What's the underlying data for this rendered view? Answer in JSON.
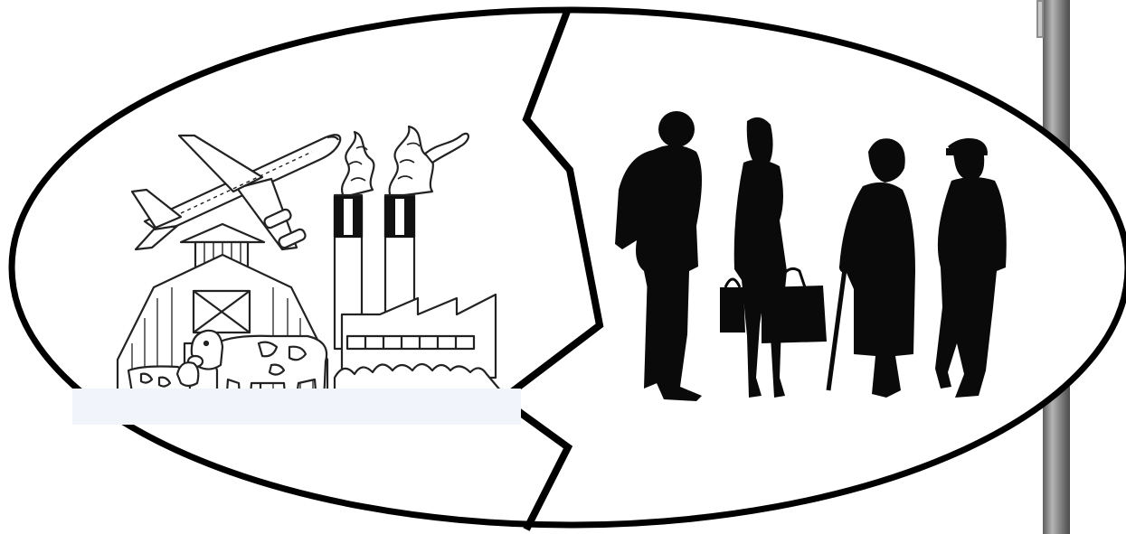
{
  "scene": {
    "left_half": {
      "items": [
        "airplane-illustration",
        "factory-illustration",
        "barn-illustration",
        "cows-illustration"
      ]
    },
    "right_half": {
      "items": [
        "man-silhouette",
        "woman-with-shopping-bags-silhouette",
        "elderly-woman-with-cane-silhouette",
        "older-man-with-cap-silhouette"
      ]
    },
    "colors": {
      "outline": "#000000",
      "background": "#ffffff",
      "silhouette": "#0a0a0a",
      "pole": "#7a7a7a",
      "pole_highlight": "#b5b5b5"
    }
  }
}
